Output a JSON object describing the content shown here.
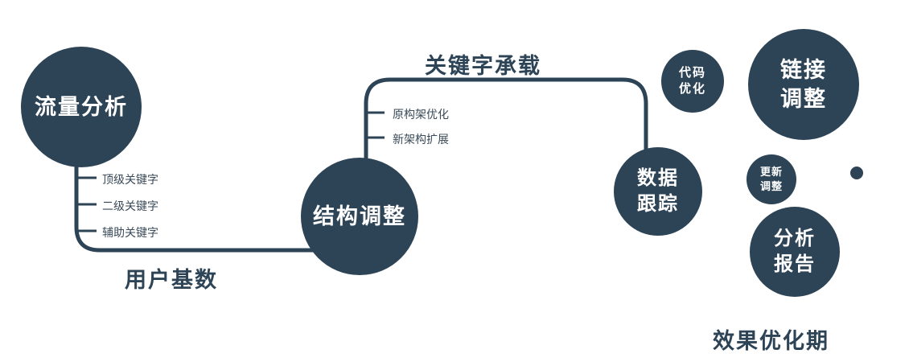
{
  "colors": {
    "primary": "#2d4356",
    "node_text": "#ffffff",
    "background": "#ffffff"
  },
  "nodes": {
    "traffic_analysis": {
      "label": "流量分析"
    },
    "structure_adjustment": {
      "label": "结构调整"
    },
    "data_tracking": {
      "line1": "数据",
      "line2": "跟踪"
    },
    "code_optimization": {
      "line1": "代码",
      "line2": "优化"
    },
    "link_adjustment": {
      "line1": "链接",
      "line2": "调整"
    },
    "update_adjustment": {
      "line1": "更新",
      "line2": "调整"
    },
    "analysis_report": {
      "line1": "分析",
      "line2": "报告"
    }
  },
  "edge_labels": {
    "user_base": "用户基数",
    "keyword_carrying": "关键字承载"
  },
  "branch_labels": {
    "traffic": [
      "顶级关键字",
      "二级关键字",
      "辅助关键字"
    ],
    "structure": [
      "原构架优化",
      "新架构扩展"
    ]
  },
  "footer_label": "效果优化期"
}
